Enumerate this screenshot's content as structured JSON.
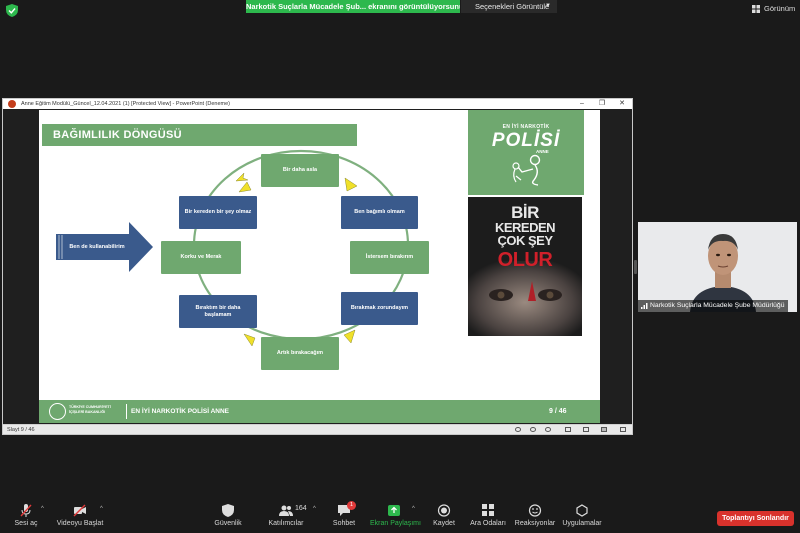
{
  "top_bar": {
    "share_banner": "Narkotik Suçlarla Mücadele Şub... ekranını görüntülüyorsunuz",
    "view_options_label": "Seçenekleri Görüntüle",
    "view_label": "Görünüm"
  },
  "ppt": {
    "window_title": "Anne Eğitim Modülü_Güncel_12.04.2021 (1) [Protected View] - PowerPoint (Deneme)",
    "status_slide": "Slayt 9 / 46",
    "slide": {
      "title": "BAĞIMLILIK DÖNGÜSÜ",
      "entry_arrow_label": "Ben de kullanabilirim",
      "nodes": [
        {
          "label": "Bir daha asla"
        },
        {
          "label": "Ben bağımlı olmam"
        },
        {
          "label": "İstersem bırakırım"
        },
        {
          "label": "Bırakmak zorundayım"
        },
        {
          "label": "Artık bırakacağım"
        },
        {
          "label": "Bıraktım bir daha başlamam"
        },
        {
          "label": "Korku ve Merak"
        },
        {
          "label": "Bir kereden bir şey olmaz"
        }
      ],
      "right_panel": {
        "top_text": "EN İYİ NARKOTİK",
        "big_text": "POLİSİ",
        "small_text": "ANNE"
      },
      "poster": {
        "lines": [
          "BİR",
          "KEREDEN",
          "ÇOK ŞEY",
          "OLUR"
        ]
      },
      "footer": {
        "ministry_line1": "TÜRKİYE CUMHURİYETİ",
        "ministry_line2": "İÇİŞLERİ BAKANLIĞI",
        "text": "EN İYİ NARKOTİK POLİSİ ANNE",
        "page": "9 / 46"
      }
    }
  },
  "video": {
    "participant_name": "Narkotik Suçlarla Mücadele Şube Müdürlüğü"
  },
  "toolbar": {
    "mute": "Sesi aç",
    "video": "Videoyu Başlat",
    "security": "Güvenlik",
    "participants": "Katılımcılar",
    "participants_count": "164",
    "chat": "Sohbet",
    "chat_badge": "1",
    "share": "Ekran Paylaşımı",
    "record": "Kaydet",
    "breakout": "Ara Odaları",
    "reactions": "Reaksiyonlar",
    "apps": "Uygulamalar",
    "end": "Toplantıyı Sonlandır"
  },
  "colors": {
    "zoom_green": "#2db84d",
    "slide_green": "#6fa86f",
    "slide_blue": "#3a5a8c",
    "arrow_yellow": "#f0e02a",
    "end_red": "#d9322c"
  }
}
